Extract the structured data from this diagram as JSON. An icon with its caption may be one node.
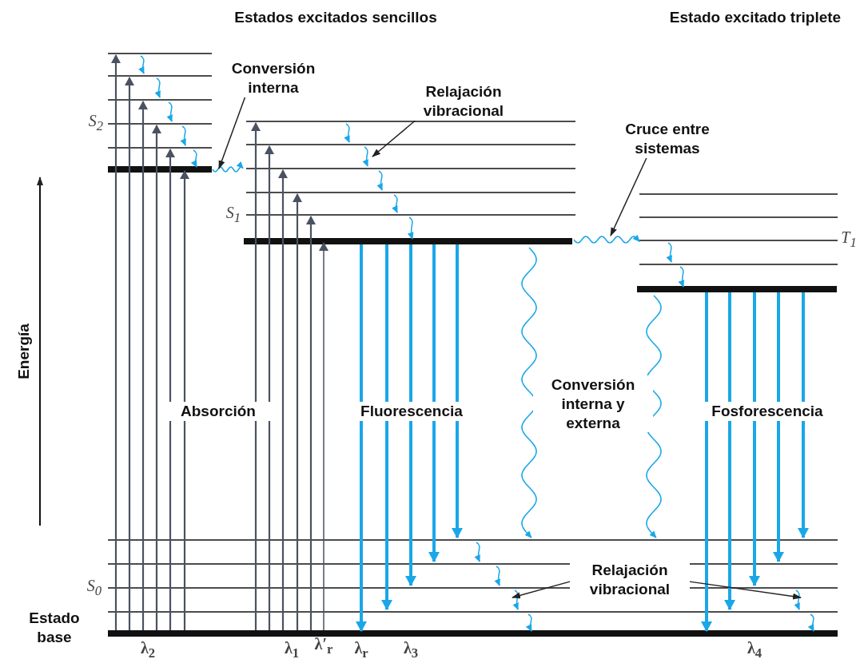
{
  "diagram": {
    "nodes": [
      {
        "text": [
          "Conversión interna"
        ]
      },
      {
        "text": [
          "Relajación vibracional"
        ]
      },
      {
        "text": [
          "Cruce entre sistemas"
        ]
      },
      {
        "text": [
          "Relajación vibracional"
        ]
      }
    ],
    "edges": [
      {
        "from": 0,
        "to": null,
        "arrow": "to"
      },
      {
        "from": 1,
        "to": null,
        "arrow": "to"
      },
      {
        "from": 2,
        "to": null,
        "arrow": "to"
      },
      {
        "from": 3,
        "to": null,
        "arrow": "to"
      },
      {
        "from": 3,
        "to": null,
        "arrow": "to"
      }
    ],
    "labels": [
      "Estados excitados sencillos",
      "Estado excitado triplete",
      "S$_{2}$",
      "S$_{1}$",
      "T$_{1}$",
      "Energía",
      "Absorción",
      "Fluorescencia",
      "Conversión interna y externa",
      "Fosforescencia",
      "S$_{0}$",
      "Estado base",
      "λ$_{2}$",
      "λ$_{1}$",
      "λ′$_{r}$",
      "λ$_{r}$",
      "λ$_{3}$",
      "λ$_{4}$"
    ]
  }
}
